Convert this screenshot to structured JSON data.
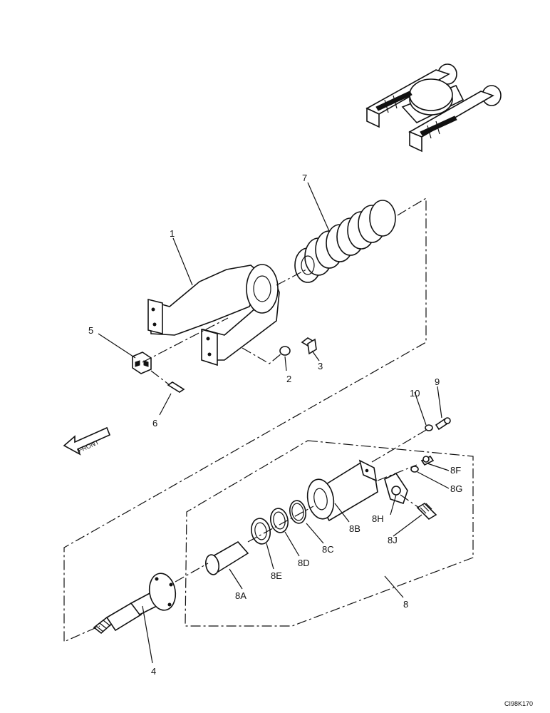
{
  "labels": {
    "p1": "1",
    "p2": "2",
    "p3": "3",
    "p4": "4",
    "p5": "5",
    "p6": "6",
    "p7": "7",
    "p8": "8",
    "p8a": "8A",
    "p8b": "8B",
    "p8c": "8C",
    "p8d": "8D",
    "p8e": "8E",
    "p8f": "8F",
    "p8g": "8G",
    "p8h": "8H",
    "p8j": "8J",
    "p9": "9",
    "p10": "10"
  },
  "front_arrow": "FRONT",
  "figure_ref": "CI98K170"
}
